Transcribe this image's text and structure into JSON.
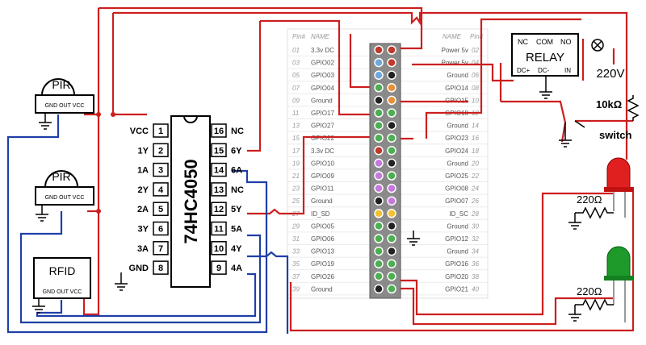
{
  "chip": {
    "name": "74HC4050",
    "left_pins": [
      {
        "num": "1",
        "label": "VCC"
      },
      {
        "num": "2",
        "label": "1Y"
      },
      {
        "num": "3",
        "label": "1A"
      },
      {
        "num": "4",
        "label": "2Y"
      },
      {
        "num": "5",
        "label": "2A"
      },
      {
        "num": "6",
        "label": "3Y"
      },
      {
        "num": "7",
        "label": "3A"
      },
      {
        "num": "8",
        "label": "GND"
      }
    ],
    "right_pins": [
      {
        "num": "16",
        "label": "NC"
      },
      {
        "num": "15",
        "label": "6Y"
      },
      {
        "num": "14",
        "label": "6A"
      },
      {
        "num": "13",
        "label": "NC"
      },
      {
        "num": "12",
        "label": "5Y"
      },
      {
        "num": "11",
        "label": "5A"
      },
      {
        "num": "10",
        "label": "4Y"
      },
      {
        "num": "9",
        "label": "4A"
      }
    ]
  },
  "sensors": [
    {
      "label": "PIR",
      "pins": "GND  OUT  VCC"
    },
    {
      "label": "PIR",
      "pins": "GND  OUT  VCC"
    },
    {
      "label": "RFID",
      "pins": "GND OUT VCC"
    }
  ],
  "relay": {
    "label": "RELAY",
    "nc": "NC",
    "com": "COM",
    "no": "NO",
    "dcp": "DC+",
    "dcm": "DC-",
    "in": "IN"
  },
  "mains": "220V",
  "resistor_10k": "10kΩ",
  "switch_label": "switch",
  "led_resistors": [
    "220Ω",
    "220Ω"
  ],
  "gpio_header": {
    "left_col_title": "Pin#",
    "left_name_title": "NAME",
    "right_name_title": "NAME",
    "right_col_title": "Pin#",
    "rows": [
      {
        "lnum": "01",
        "lname": "3.3v DC",
        "rname": "Power 5v",
        "rnum": "02"
      },
      {
        "lnum": "03",
        "lname": "GPIO02",
        "rname": "Power 5v",
        "rnum": "04"
      },
      {
        "lnum": "05",
        "lname": "GPIO03",
        "rname": "Ground",
        "rnum": "06"
      },
      {
        "lnum": "07",
        "lname": "GPIO04",
        "rname": "GPIO14",
        "rnum": "08"
      },
      {
        "lnum": "09",
        "lname": "Ground",
        "rname": "GPIO15",
        "rnum": "10"
      },
      {
        "lnum": "11",
        "lname": "GPIO17",
        "rname": "GPIO18",
        "rnum": "12"
      },
      {
        "lnum": "13",
        "lname": "GPIO27",
        "rname": "Ground",
        "rnum": "14"
      },
      {
        "lnum": "15",
        "lname": "GPIO22",
        "rname": "GPIO23",
        "rnum": "16"
      },
      {
        "lnum": "17",
        "lname": "3.3v DC",
        "rname": "GPIO24",
        "rnum": "18"
      },
      {
        "lnum": "19",
        "lname": "GPIO10",
        "rname": "Ground",
        "rnum": "20"
      },
      {
        "lnum": "21",
        "lname": "GPIO09",
        "rname": "GPIO25",
        "rnum": "22"
      },
      {
        "lnum": "23",
        "lname": "GPIO11",
        "rname": "GPIO08",
        "rnum": "24"
      },
      {
        "lnum": "25",
        "lname": "Ground",
        "rname": "GPIO07",
        "rnum": "26"
      },
      {
        "lnum": "27",
        "lname": "ID_SD",
        "rname": "ID_SC",
        "rnum": "28"
      },
      {
        "lnum": "29",
        "lname": "GPIO05",
        "rname": "Ground",
        "rnum": "30"
      },
      {
        "lnum": "31",
        "lname": "GPIO06",
        "rname": "GPIO12",
        "rnum": "32"
      },
      {
        "lnum": "33",
        "lname": "GPIO13",
        "rname": "Ground",
        "rnum": "34"
      },
      {
        "lnum": "35",
        "lname": "GPIO19",
        "rname": "GPIO16",
        "rnum": "36"
      },
      {
        "lnum": "37",
        "lname": "GPIO26",
        "rname": "GPIO20",
        "rnum": "38"
      },
      {
        "lnum": "39",
        "lname": "Ground",
        "rname": "GPIO21",
        "rnum": "40"
      }
    ],
    "left_dot_colors": [
      "#c0392b",
      "#6fa8dc",
      "#6fa8dc",
      "#4caf50",
      "#222222",
      "#4caf50",
      "#4caf50",
      "#4caf50",
      "#c0392b",
      "#c678dd",
      "#c678dd",
      "#c678dd",
      "#222222",
      "#f1c232",
      "#4caf50",
      "#4caf50",
      "#4caf50",
      "#4caf50",
      "#4caf50",
      "#222222"
    ],
    "right_dot_colors": [
      "#c0392b",
      "#c0392b",
      "#222222",
      "#e69138",
      "#e69138",
      "#4caf50",
      "#222222",
      "#4caf50",
      "#4caf50",
      "#222222",
      "#4caf50",
      "#c678dd",
      "#c678dd",
      "#f1c232",
      "#222222",
      "#4caf50",
      "#222222",
      "#4caf50",
      "#4caf50",
      "#4caf50"
    ]
  },
  "colors": {
    "wire_red": "#cc1f1f",
    "wire_blue": "#1f3fa8",
    "wire_dark": "#7a0f0f",
    "led_red": "#e02020",
    "led_green": "#1d9a2a"
  }
}
